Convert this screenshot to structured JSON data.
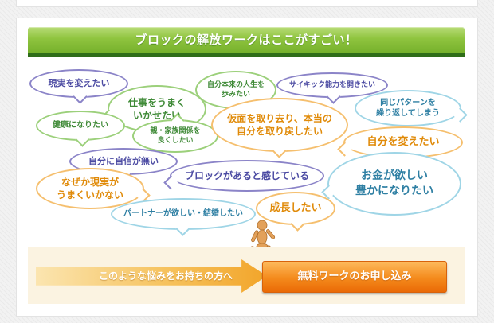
{
  "header": {
    "title": "ブロックの解放ワークはここがすごい！"
  },
  "bubbles": {
    "b1": "現実を変えたい",
    "b2": "仕事をうまく\nいかせたい",
    "b3": "自分本来の人生を\n歩みたい",
    "b4": "サイキック能力を開きたい",
    "b5": "同じパターンを\n繰り返してしまう",
    "b6": "健康になりたい",
    "b7": "親・家族関係を\n良くしたい",
    "b8": "仮面を取り去り、本当の\n自分を取り戻したい",
    "b9": "自分を変えたい",
    "b10": "自分に自信が無い",
    "b11": "ブロックがあると感じている",
    "b12": "お金が欲しい\n豊かになりたい",
    "b13": "なぜか現実が\nうまくいかない",
    "b14": "パートナーが欲しい・結婚したい",
    "b15": "成長したい"
  },
  "bottom": {
    "arrow_text": "このような悩みをお持ちの方へ",
    "cta_label": "無料ワークのお申し込み"
  },
  "colors": {
    "header_green": "#8fc43f",
    "cta_orange": "#f48a1c",
    "bubble_purple": "#8b84c8",
    "bubble_green": "#9cd07b",
    "bubble_orange": "#f5bf6e",
    "bubble_teal": "#9fd5e6"
  },
  "icons": {
    "figure": "wooden-mannequin-icon"
  }
}
